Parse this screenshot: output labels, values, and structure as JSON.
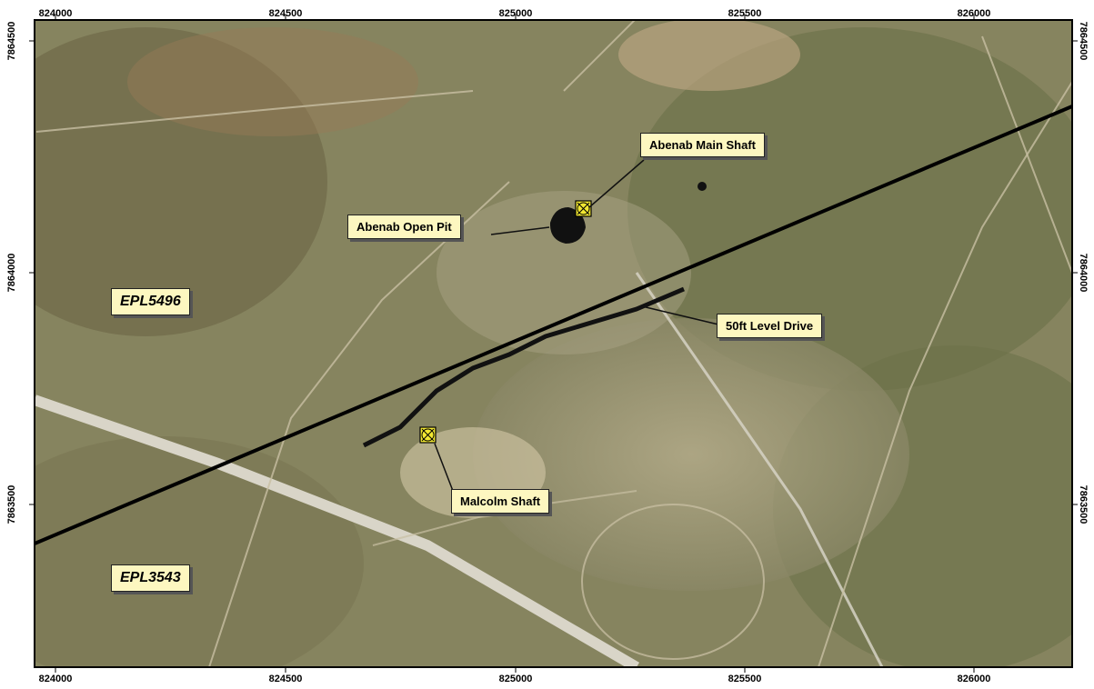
{
  "map": {
    "x_ticks": [
      "824000",
      "824500",
      "825000",
      "825500",
      "826000"
    ],
    "y_ticks": [
      "7864500",
      "7864000",
      "7863500"
    ],
    "features": {
      "abenab_main_shaft": "Abenab Main Shaft",
      "abenab_open_pit": "Abenab Open Pit",
      "level_drive": "50ft Level Drive",
      "malcolm_shaft": "Malcolm Shaft"
    },
    "licences": {
      "north": "EPL5496",
      "south": "EPL3543"
    },
    "colors": {
      "callout_fill": "#fdf7c0",
      "shaft_marker": "#f2e832",
      "boundary_line": "#000000",
      "imagery_base": "#8b8a6a"
    },
    "icons": {
      "shaft": "shaft-marker-icon"
    }
  }
}
